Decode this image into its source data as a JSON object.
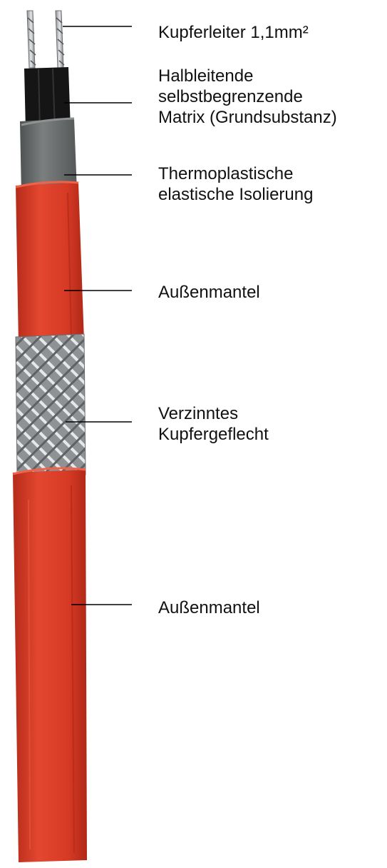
{
  "colors": {
    "jacket": "#d93a26",
    "insulation": "#6f7272",
    "matrix": "#151515",
    "braid": "#9a9c9e",
    "leader_line": "#000000"
  },
  "labels": {
    "copper": [
      "Kupferleiter 1,1mm²"
    ],
    "matrix": [
      "Halbleitende",
      "selbstbegrenzende",
      "Matrix (Grundsubstanz)"
    ],
    "insulation": [
      "Thermoplastische",
      "elastische Isolierung"
    ],
    "outer_jacket_upper": [
      "Außenmantel"
    ],
    "braid": [
      "Verzinntes",
      "Kupfergeflecht"
    ],
    "outer_jacket_lower": [
      "Außenmantel"
    ]
  }
}
